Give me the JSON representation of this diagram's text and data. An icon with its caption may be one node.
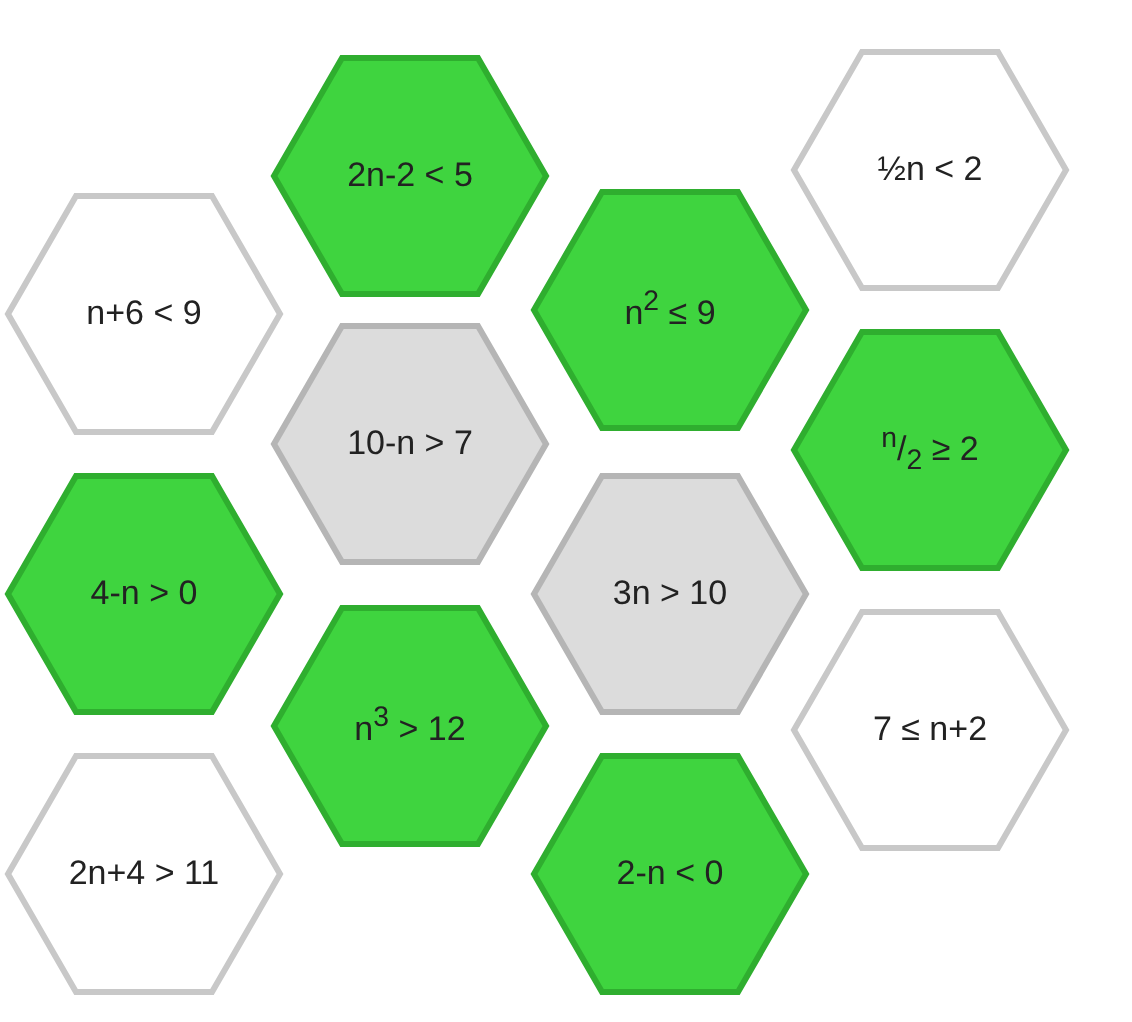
{
  "diagram": {
    "nodes": [
      {
        "text": [
          "2n-2 < 5"
        ]
      },
      {
        "text": [
          "½n < 2"
        ]
      },
      {
        "text": [
          "n+6 < 9"
        ]
      },
      {
        "text": [
          "n$^{2}$ ≤ 9"
        ]
      },
      {
        "text": [
          "10-n > 7"
        ]
      },
      {
        "text": [
          "$^{n}$/$_{2}$ ≥ 2"
        ]
      },
      {
        "text": [
          "4-n > 0"
        ]
      },
      {
        "text": [
          "3n > 10"
        ]
      },
      {
        "text": [
          "n$^{3}$ > 12"
        ]
      },
      {
        "text": [
          "7 ≤ n+2"
        ]
      },
      {
        "text": [
          "2n+4 > 11"
        ]
      },
      {
        "text": [
          "2-n < 0"
        ]
      }
    ]
  }
}
